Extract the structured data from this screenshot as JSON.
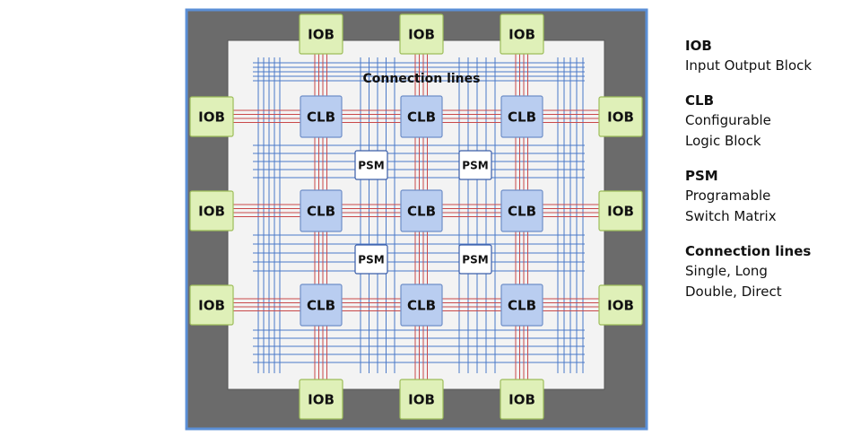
{
  "diagram": {
    "overlay_label": "Connection lines",
    "iob_label": "IOB",
    "clb_label": "CLB",
    "psm_label": "PSM",
    "iob_count": 12,
    "clb_count": 9,
    "psm_count": 4
  },
  "legend": [
    {
      "term": "IOB",
      "description": "Input Output Block"
    },
    {
      "term": "CLB",
      "description": "Configurable\nLogic Block"
    },
    {
      "term": "PSM",
      "description": "Programable\nSwitch Matrix"
    },
    {
      "term": "Connection lines",
      "description": "Single, Long\nDouble, Direct"
    }
  ],
  "colors": {
    "frame": "#6b6b6b",
    "frame_border": "#5b8fd6",
    "fabric": "#f3f3f3",
    "blue_wire": "#4a78c8",
    "red_wire": "#c9494a",
    "iob_fill": "#dff0b8",
    "iob_stroke": "#9dbd5a",
    "clb_fill": "#b9cdf0",
    "clb_stroke": "#6f8fc8",
    "psm_fill": "#ffffff",
    "psm_stroke": "#3a5da8"
  }
}
